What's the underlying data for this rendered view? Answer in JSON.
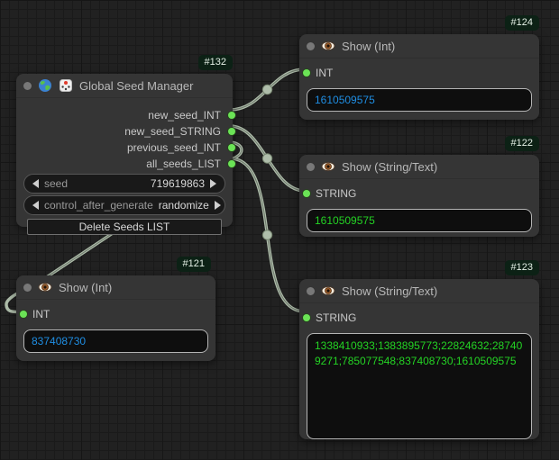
{
  "colors": {
    "canvas-bg": "#212121",
    "node-bg": "#353535",
    "slot-port": "#6be356",
    "wire": "#aebdaa",
    "badge-bg": "#0c2115",
    "badge-text": "#e4f0e6",
    "int-text": "#1f8ee3",
    "string-text": "#24d324"
  },
  "nodes": [
    {
      "id": "#132",
      "title": "Global Seed Manager",
      "outputs": [
        "new_seed_INT",
        "new_seed_STRING",
        "previous_seed_INT",
        "all_seeds_LIST"
      ],
      "widgets": [
        {
          "label": "seed",
          "value": "719619863"
        },
        {
          "label": "control_after_generate",
          "value": "randomize"
        }
      ],
      "button": "Delete Seeds LIST"
    },
    {
      "id": "#124",
      "title": "Show (Int)",
      "input_label": "INT",
      "value": "1610509575"
    },
    {
      "id": "#122",
      "title": "Show (String/Text)",
      "input_label": "STRING",
      "value": "1610509575"
    },
    {
      "id": "#121",
      "title": "Show (Int)",
      "input_label": "INT",
      "value": "837408730"
    },
    {
      "id": "#123",
      "title": "Show (String/Text)",
      "input_label": "STRING",
      "value": "1338410933;1383895773;22824632;287409271;785077548;837408730;1610509575"
    }
  ],
  "links": [
    {
      "from": "#132.new_seed_INT",
      "to": "#124.INT"
    },
    {
      "from": "#132.new_seed_STRING",
      "to": "#122.STRING"
    },
    {
      "from": "#132.previous_seed_INT",
      "to": "#121.INT"
    },
    {
      "from": "#132.all_seeds_LIST",
      "to": "#123.STRING"
    }
  ]
}
